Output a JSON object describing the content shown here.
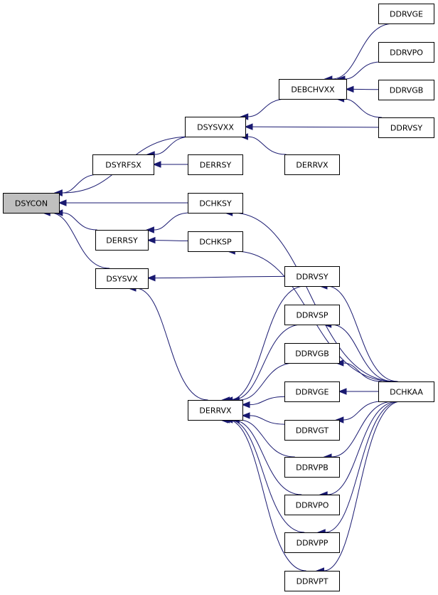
{
  "graph": {
    "nodes": [
      {
        "id": "DSYCON",
        "label": "DSYCON",
        "root": true
      },
      {
        "id": "DSYRFSX",
        "label": "DSYRFSX"
      },
      {
        "id": "DERRSY",
        "label": "DERRSY"
      },
      {
        "id": "DSYSVX",
        "label": "DSYSVX"
      },
      {
        "id": "DSYSVXX",
        "label": "DSYSVXX"
      },
      {
        "id": "DERRSY2",
        "label": "DERRSY"
      },
      {
        "id": "DCHKSY",
        "label": "DCHKSY"
      },
      {
        "id": "DCHKSP",
        "label": "DCHKSP"
      },
      {
        "id": "DERRVX",
        "label": "DERRVX"
      },
      {
        "id": "DEBCHVXX",
        "label": "DEBCHVXX"
      },
      {
        "id": "DERRVX2",
        "label": "DERRVX"
      },
      {
        "id": "DDRVGE",
        "label": "DDRVGE"
      },
      {
        "id": "DDRVPO",
        "label": "DDRVPO"
      },
      {
        "id": "DDRVGB",
        "label": "DDRVGB"
      },
      {
        "id": "DDRVSY",
        "label": "DDRVSY"
      },
      {
        "id": "DDRVSY2",
        "label": "DDRVSY"
      },
      {
        "id": "DDRVSP",
        "label": "DDRVSP"
      },
      {
        "id": "DDRVGB2",
        "label": "DDRVGB"
      },
      {
        "id": "DDRVGE2",
        "label": "DDRVGE"
      },
      {
        "id": "DDRVGT",
        "label": "DDRVGT"
      },
      {
        "id": "DDRVPB",
        "label": "DDRVPB"
      },
      {
        "id": "DDRVPO2",
        "label": "DDRVPO"
      },
      {
        "id": "DDRVPP",
        "label": "DDRVPP"
      },
      {
        "id": "DDRVPT",
        "label": "DDRVPT"
      },
      {
        "id": "DCHKAA",
        "label": "DCHKAA"
      }
    ],
    "edges": [
      {
        "from": "DSYRFSX",
        "to": "DSYCON"
      },
      {
        "from": "DERRSY",
        "to": "DSYCON"
      },
      {
        "from": "DSYSVX",
        "to": "DSYCON"
      },
      {
        "from": "DSYSVXX",
        "to": "DSYCON"
      },
      {
        "from": "DCHKSY",
        "to": "DSYCON"
      },
      {
        "from": "DSYSVXX",
        "to": "DSYRFSX"
      },
      {
        "from": "DERRSY2",
        "to": "DSYRFSX"
      },
      {
        "from": "DCHKSY",
        "to": "DERRSY"
      },
      {
        "from": "DCHKSP",
        "to": "DERRSY"
      },
      {
        "from": "DDRVSY2",
        "to": "DSYSVX"
      },
      {
        "from": "DERRVX",
        "to": "DSYSVX"
      },
      {
        "from": "DEBCHVXX",
        "to": "DSYSVXX"
      },
      {
        "from": "DDRVSY",
        "to": "DSYSVXX"
      },
      {
        "from": "DERRVX2",
        "to": "DSYSVXX"
      },
      {
        "from": "DDRVGE",
        "to": "DEBCHVXX"
      },
      {
        "from": "DDRVPO",
        "to": "DEBCHVXX"
      },
      {
        "from": "DDRVGB",
        "to": "DEBCHVXX"
      },
      {
        "from": "DDRVSY",
        "to": "DEBCHVXX"
      },
      {
        "from": "DCHKAA",
        "to": "DCHKSY"
      },
      {
        "from": "DCHKAA",
        "to": "DCHKSP"
      },
      {
        "from": "DCHKAA",
        "to": "DDRVSY2"
      },
      {
        "from": "DCHKAA",
        "to": "DDRVSP"
      },
      {
        "from": "DCHKAA",
        "to": "DDRVGB2"
      },
      {
        "from": "DCHKAA",
        "to": "DDRVGE2"
      },
      {
        "from": "DCHKAA",
        "to": "DDRVGT"
      },
      {
        "from": "DCHKAA",
        "to": "DDRVPB"
      },
      {
        "from": "DCHKAA",
        "to": "DDRVPO2"
      },
      {
        "from": "DCHKAA",
        "to": "DDRVPP"
      },
      {
        "from": "DCHKAA",
        "to": "DDRVPT"
      },
      {
        "from": "DDRVSY2",
        "to": "DERRVX"
      },
      {
        "from": "DDRVSP",
        "to": "DERRVX"
      },
      {
        "from": "DDRVGB2",
        "to": "DERRVX"
      },
      {
        "from": "DDRVGE2",
        "to": "DERRVX"
      },
      {
        "from": "DDRVGT",
        "to": "DERRVX"
      },
      {
        "from": "DDRVPB",
        "to": "DERRVX"
      },
      {
        "from": "DDRVPO2",
        "to": "DERRVX"
      },
      {
        "from": "DDRVPP",
        "to": "DERRVX"
      },
      {
        "from": "DDRVPT",
        "to": "DERRVX"
      }
    ],
    "colors": {
      "edge": "#191970",
      "root_fill": "#bfbfbf",
      "node_fill": "#ffffff"
    }
  }
}
